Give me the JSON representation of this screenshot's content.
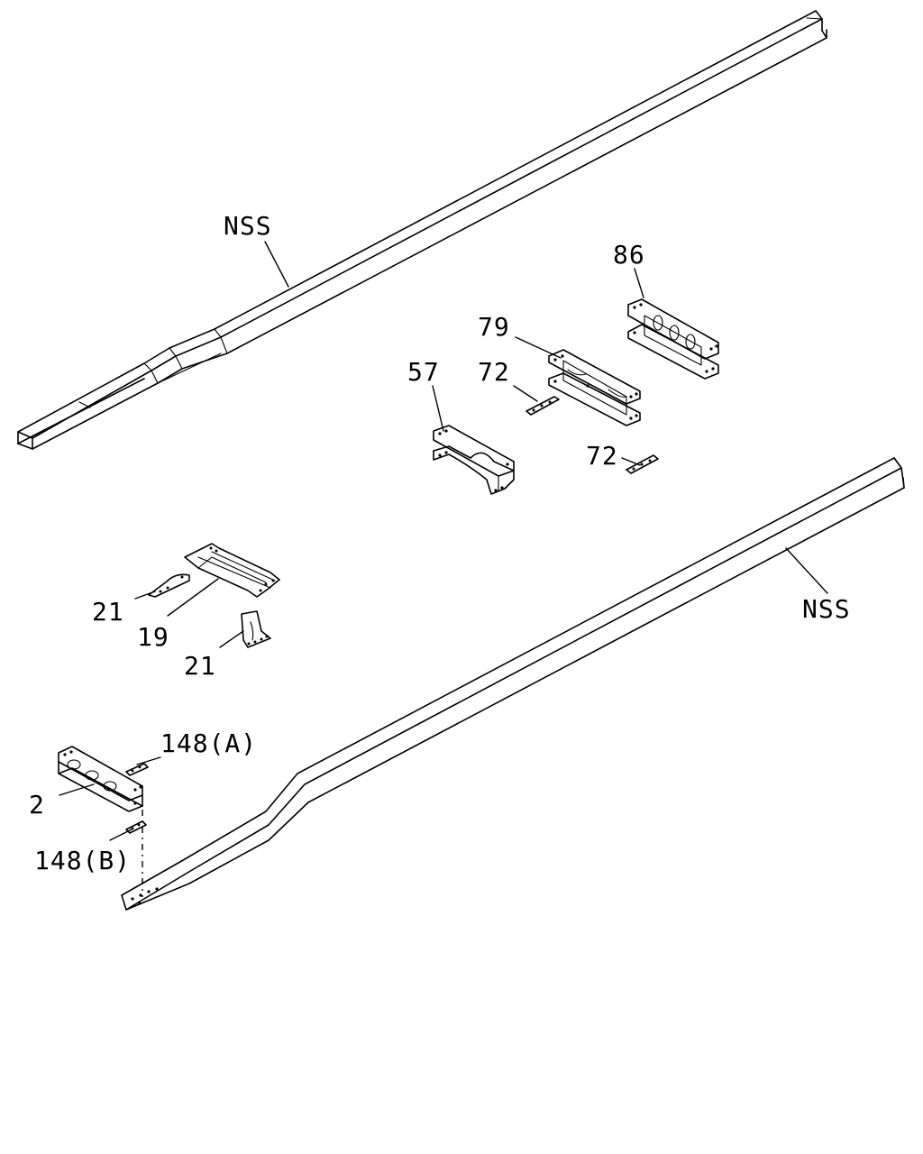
{
  "callouts": {
    "nss_upper": "NSS",
    "nss_lower": "NSS",
    "p86": "86",
    "p79": "79",
    "p72a": "72",
    "p72b": "72",
    "p57": "57",
    "p21a": "21",
    "p19": "19",
    "p21b": "21",
    "p148a": "148(A)",
    "p2": "2",
    "p148b": "148(B)"
  }
}
